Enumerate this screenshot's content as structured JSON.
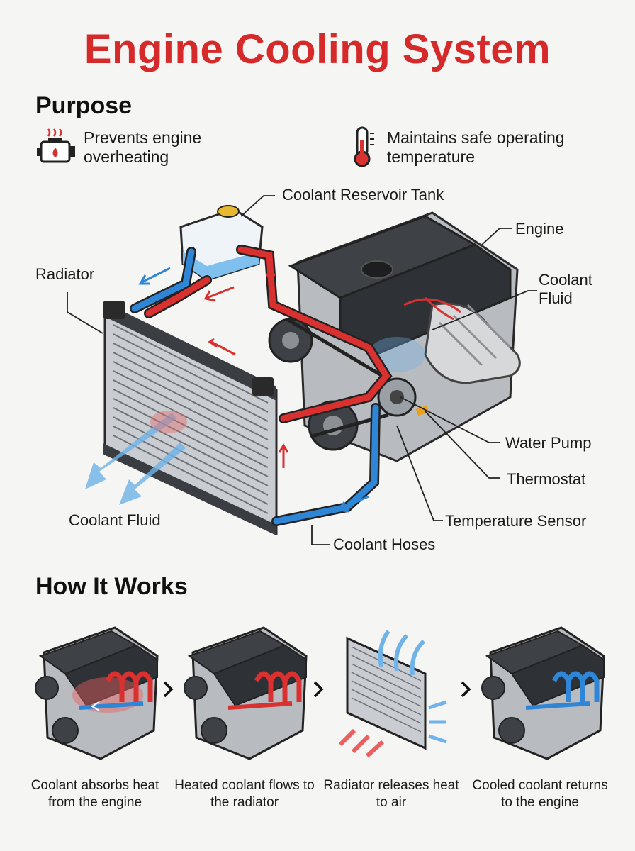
{
  "title": "Engine Cooling System",
  "purpose": {
    "heading": "Purpose",
    "item1": "Prevents engine overheating",
    "item2": "Maintains safe operating temperature",
    "icon1": "engine-overheat-icon",
    "icon2": "thermometer-icon"
  },
  "labels": {
    "reservoir": "Coolant Reservoir Tank",
    "engine": "Engine",
    "radiator": "Radiator",
    "coolant_fluid_right": "Coolant Fluid",
    "water_pump": "Water Pump",
    "thermostat": "Thermostat",
    "coolant_fluid_left": "Coolant Fluid",
    "temp_sensor": "Temperature Sensor",
    "hoses": "Coolant Hoses"
  },
  "how": {
    "heading": "How It Works",
    "steps": [
      "Coolant absorbs heat from the engine",
      "Heated coolant flows to the radiator",
      "Radiator releases heat to air",
      "Cooled coolant returns to the engine"
    ]
  },
  "colors": {
    "title": "#d62a2a",
    "hot": "#d93030",
    "cold": "#2f86d6"
  }
}
